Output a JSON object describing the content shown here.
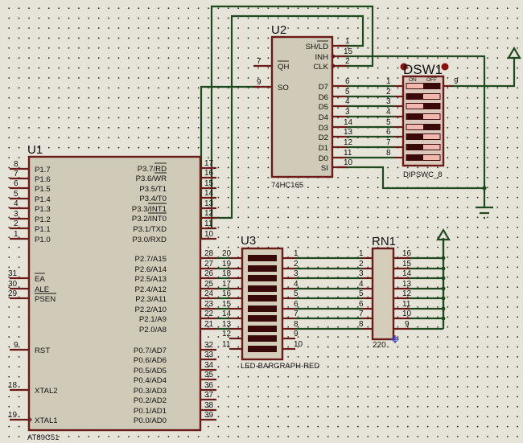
{
  "components": {
    "u1": {
      "ref": "U1",
      "part": "AT89C51",
      "left_pins": [
        {
          "num": "8",
          "name": "P1.7"
        },
        {
          "num": "7",
          "name": "P1.6"
        },
        {
          "num": "6",
          "name": "P1.5"
        },
        {
          "num": "5",
          "name": "P1.4"
        },
        {
          "num": "4",
          "name": "P1.3"
        },
        {
          "num": "3",
          "name": "P1.2"
        },
        {
          "num": "2",
          "name": "P1.1"
        },
        {
          "num": "1",
          "name": "P1.0"
        },
        {
          "num": "31",
          "name": "EA"
        },
        {
          "num": "30",
          "name": "ALE"
        },
        {
          "num": "29",
          "name": "PSEN"
        },
        {
          "num": "9",
          "name": "RST"
        },
        {
          "num": "18",
          "name": "XTAL2"
        },
        {
          "num": "19",
          "name": "XTAL1"
        }
      ],
      "right_pins": [
        {
          "num": "17",
          "name": "P3.7/RD"
        },
        {
          "num": "16",
          "name": "P3.6/WR"
        },
        {
          "num": "15",
          "name": "P3.5/T1"
        },
        {
          "num": "14",
          "name": "P3.4/T0"
        },
        {
          "num": "13",
          "name": "P3.3/INT1"
        },
        {
          "num": "12",
          "name": "P3.2/INT0"
        },
        {
          "num": "11",
          "name": "P3.1/TXD"
        },
        {
          "num": "10",
          "name": "P3.0/RXD"
        },
        {
          "num": "28",
          "name": "P2.7/A15"
        },
        {
          "num": "27",
          "name": "P2.6/A14"
        },
        {
          "num": "26",
          "name": "P2.5/A13"
        },
        {
          "num": "25",
          "name": "P2.4/A12"
        },
        {
          "num": "24",
          "name": "P2.3/A11"
        },
        {
          "num": "23",
          "name": "P2.2/A10"
        },
        {
          "num": "22",
          "name": "P2.1/A9"
        },
        {
          "num": "21",
          "name": "P2.0/A8"
        },
        {
          "num": "32",
          "name": "P0.7/AD7"
        },
        {
          "num": "33",
          "name": "P0.6/AD6"
        },
        {
          "num": "34",
          "name": "P0.5/AD5"
        },
        {
          "num": "35",
          "name": "P0.4/AD4"
        },
        {
          "num": "36",
          "name": "P0.3/AD3"
        },
        {
          "num": "37",
          "name": "P0.2/AD2"
        },
        {
          "num": "38",
          "name": "P0.1/AD1"
        },
        {
          "num": "39",
          "name": "P0.0/AD0"
        }
      ]
    },
    "u2": {
      "ref": "U2",
      "part": "74HC165",
      "left_pins": [
        {
          "num": "7",
          "name": "QH"
        },
        {
          "num": "9",
          "name": "SO"
        }
      ],
      "right_pins": [
        {
          "num": "1",
          "name": "SH/LD"
        },
        {
          "num": "15",
          "name": "INH"
        },
        {
          "num": "2",
          "name": "CLK"
        },
        {
          "num": "6",
          "name": "D7"
        },
        {
          "num": "5",
          "name": "D6"
        },
        {
          "num": "4",
          "name": "D5"
        },
        {
          "num": "3",
          "name": "D4"
        },
        {
          "num": "14",
          "name": "D3"
        },
        {
          "num": "13",
          "name": "D2"
        },
        {
          "num": "12",
          "name": "D1"
        },
        {
          "num": "11",
          "name": "D0"
        },
        {
          "num": "10",
          "name": "SI"
        }
      ]
    },
    "dsw1": {
      "ref": "DSW1",
      "part": "DIPSWC_8",
      "on_label": "ON",
      "off_label": "OFF",
      "common_pin": "9",
      "pins": [
        "1",
        "2",
        "3",
        "4",
        "5",
        "6",
        "7",
        "8"
      ],
      "switch_states": [
        "on",
        "off",
        "on",
        "off",
        "on",
        "off",
        "off",
        "off"
      ]
    },
    "u3": {
      "ref": "U3",
      "part": "LED-BARGRAPH-RED",
      "left_pins": [
        "20",
        "19",
        "18",
        "17",
        "16",
        "15",
        "14",
        "13",
        "12",
        "11"
      ],
      "right_pins": [
        "1",
        "2",
        "3",
        "4",
        "5",
        "6",
        "7",
        "8",
        "9",
        "10"
      ]
    },
    "rn1": {
      "ref": "RN1",
      "value": "220",
      "left_pins": [
        "1",
        "2",
        "3",
        "4",
        "5",
        "6",
        "7",
        "8"
      ],
      "right_pins": [
        "16",
        "15",
        "14",
        "13",
        "12",
        "11",
        "10",
        "9"
      ]
    }
  },
  "colors": {
    "background": "#e6e4d9",
    "wire": "#1f4a1f",
    "pin": "#6b1a1a",
    "body": "#cfcbb8",
    "led_segment": "#3a0a0a",
    "switch_on": "#f2b8b0",
    "switch_dark": "#3a0a0a",
    "dot": "#8b1010"
  }
}
